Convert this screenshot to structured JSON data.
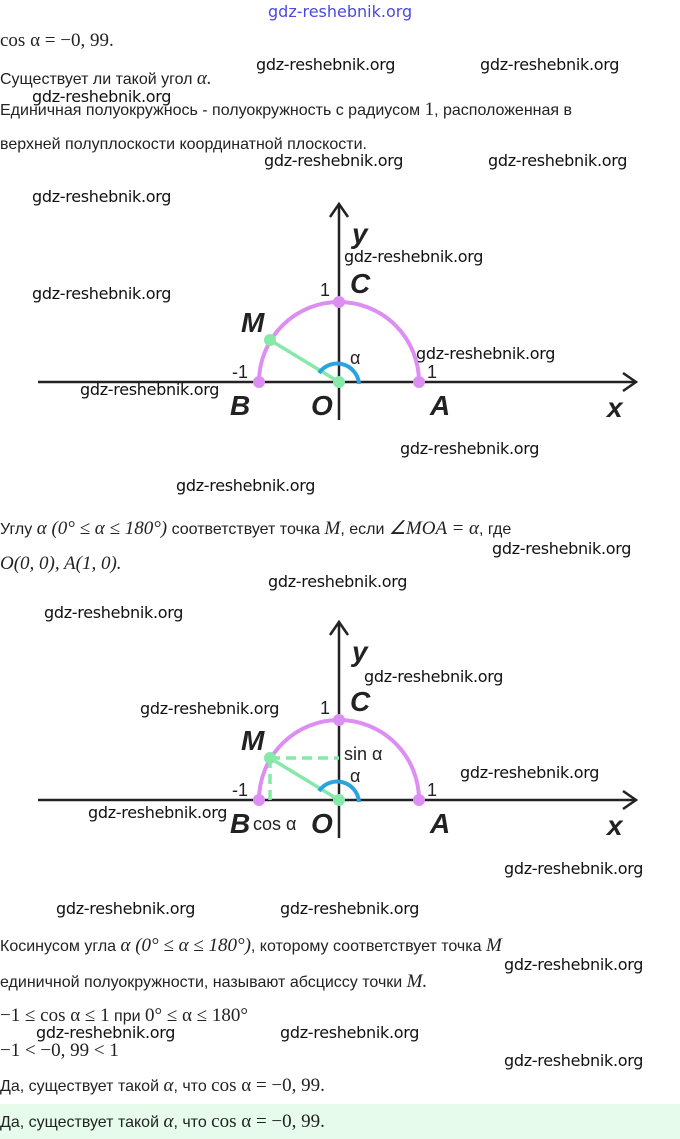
{
  "header_watermark": "gdz-reshebnik.org",
  "watermark": "gdz-reshebnik.org",
  "colors": {
    "semicircle": "#dd8ef2",
    "radius": "#86e8a9",
    "angle_arc": "#2aa4e0",
    "answer_bg": "#e6fbec"
  },
  "lines": {
    "given": "cos α  =  −0, 99.",
    "question_text": "Существует ли такой угол ",
    "question_math": "α.",
    "def1_a": "Единичная полуокружнось - полуокружность с радиусом ",
    "def1_math": "1",
    "def1_b": ", расположенная в",
    "def2": "верхней полуплоскости координатной плоскости.",
    "corr_a": "Углу ",
    "corr_math1": "α (0°  ≤  α  ≤  180°)",
    "corr_b": " соответствует точка ",
    "corr_M": "M",
    "corr_c": ", если ",
    "corr_math2": "∠MOA  =  α",
    "corr_d": ", где",
    "corr_line2": "O(0, 0), A(1, 0).",
    "cos_a": "Косинусом угла ",
    "cos_math": "α (0°  ≤  α  ≤  180°)",
    "cos_b": ", которому соответствует точка ",
    "cos_M": "M",
    "cos_line2_a": "единичной полуокружности, называют абсциссу точки ",
    "cos_line2_M": "M.",
    "ineq1_a": "−1  ≤  cos α  ≤  1",
    "ineq1_b": " при ",
    "ineq1_c": "0°  ≤  α  ≤  180°",
    "ineq2": "−1  <  −0, 99  <  1",
    "conclusion_a": "Да, существует такой ",
    "conclusion_m1": "α",
    "conclusion_b": ", что ",
    "conclusion_m2": "cos α  =  −0, 99.",
    "answer_a": "Да, существует такой ",
    "answer_m1": "α",
    "answer_b": ", что ",
    "answer_m2": "cos α  =  −0, 99."
  },
  "diagrams": [
    {
      "x_label": "x",
      "y_label": "y",
      "point_C": "C",
      "point_M": "M",
      "point_B": "B",
      "point_O": "O",
      "point_A": "A",
      "tick_pos": "1",
      "tick_neg": "-1",
      "tick_top": "1",
      "angle_label": "α"
    },
    {
      "x_label": "x",
      "y_label": "y",
      "point_C": "C",
      "point_M": "M",
      "point_B": "B",
      "point_O": "O",
      "point_A": "A",
      "tick_pos": "1",
      "tick_neg": "-1",
      "tick_top": "1",
      "angle_label": "α",
      "sin_label": "sin α",
      "cos_label": "cos α"
    }
  ]
}
